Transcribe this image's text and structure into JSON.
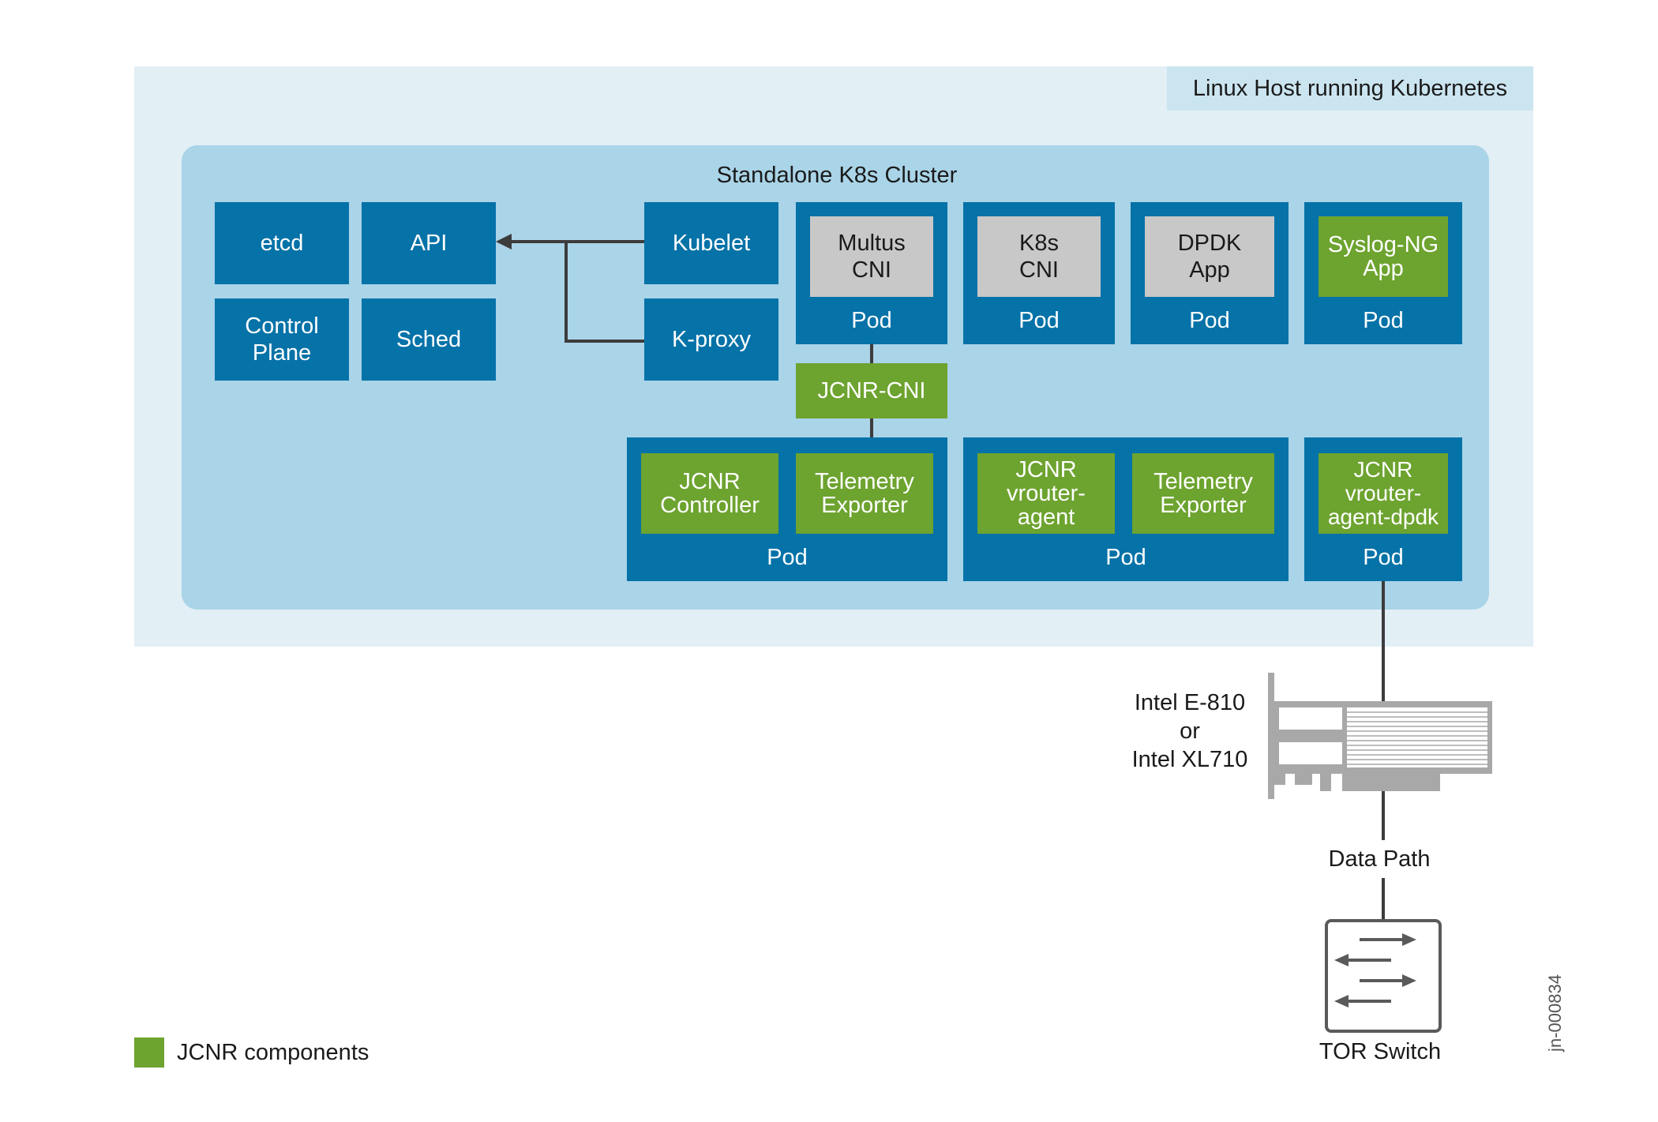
{
  "host_label": "Linux Host running Kubernetes",
  "cluster_title": "Standalone K8s Cluster",
  "control_plane": {
    "etcd": "etcd",
    "api": "API",
    "control_plane": "Control Plane",
    "sched": "Sched"
  },
  "node": {
    "kubelet": "Kubelet",
    "kproxy": "K-proxy"
  },
  "top_pods": [
    {
      "inner": "Multus CNI",
      "label": "Pod",
      "kind": "gray"
    },
    {
      "inner": "K8s CNI",
      "label": "Pod",
      "kind": "gray"
    },
    {
      "inner": "DPDK App",
      "label": "Pod",
      "kind": "gray"
    },
    {
      "inner": "Syslog-NG App",
      "label": "Pod",
      "kind": "green"
    }
  ],
  "jcnr_cni": "JCNR-CNI",
  "bottom_pods": [
    {
      "inner": [
        "JCNR Controller",
        "Telemetry Exporter"
      ],
      "label": "Pod"
    },
    {
      "inner": [
        "JCNR vrouter-agent",
        "Telemetry Exporter"
      ],
      "label": "Pod"
    },
    {
      "inner": [
        "JCNR vrouter-agent-dpdk"
      ],
      "label": "Pod"
    }
  ],
  "nic_label": {
    "line1": "Intel E-810",
    "line2": "or",
    "line3": "Intel XL710"
  },
  "data_path": "Data Path",
  "tor_switch": "TOR Switch",
  "legend": "JCNR components",
  "doc_id": "jn-000834",
  "colors": {
    "host_bg": "#e2eff5",
    "cluster_bg": "#aad4e8",
    "box_blue": "#0572a8",
    "jcnr_green": "#6da32f",
    "app_gray": "#c8c8c8"
  }
}
